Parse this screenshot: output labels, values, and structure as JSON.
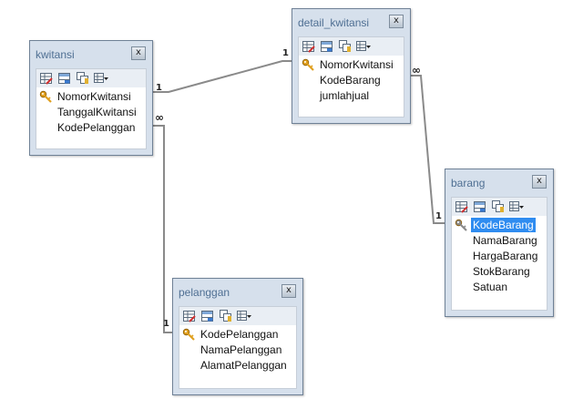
{
  "colors": {
    "window_bg": "#d6e0ec",
    "title_text": "#4f6f93",
    "link_line": "#8a8a8a",
    "selection": "#2f8cf0"
  },
  "close_glyph": "x",
  "tables": [
    {
      "id": "kwitansi",
      "title": "kwitansi",
      "fields": [
        {
          "name": "NomorKwitansi",
          "primary_key": true,
          "selected": false
        },
        {
          "name": "TanggalKwitansi",
          "primary_key": false,
          "selected": false
        },
        {
          "name": "KodePelanggan",
          "primary_key": false,
          "selected": false
        }
      ]
    },
    {
      "id": "detail_kwitansi",
      "title": "detail_kwitansi",
      "fields": [
        {
          "name": "NomorKwitansi",
          "primary_key": true,
          "selected": false
        },
        {
          "name": "KodeBarang",
          "primary_key": false,
          "selected": false
        },
        {
          "name": "jumlahjual",
          "primary_key": false,
          "selected": false
        }
      ]
    },
    {
      "id": "barang",
      "title": "barang",
      "fields": [
        {
          "name": "KodeBarang",
          "primary_key": true,
          "selected": true
        },
        {
          "name": "NamaBarang",
          "primary_key": false,
          "selected": false
        },
        {
          "name": "HargaBarang",
          "primary_key": false,
          "selected": false
        },
        {
          "name": "StokBarang",
          "primary_key": false,
          "selected": false
        },
        {
          "name": "Satuan",
          "primary_key": false,
          "selected": false
        }
      ]
    },
    {
      "id": "pelanggan",
      "title": "pelanggan",
      "fields": [
        {
          "name": "KodePelanggan",
          "primary_key": true,
          "selected": false
        },
        {
          "name": "NamaPelanggan",
          "primary_key": false,
          "selected": false
        },
        {
          "name": "AlamatPelanggan",
          "primary_key": false,
          "selected": false
        }
      ]
    }
  ],
  "relationships": [
    {
      "from": "kwitansi",
      "to": "detail_kwitansi",
      "from_end": "1",
      "to_end": "1"
    },
    {
      "from": "detail_kwitansi",
      "to": "barang",
      "from_end": "∞",
      "to_end": "1"
    },
    {
      "from": "kwitansi",
      "to": "pelanggan",
      "from_end": "∞",
      "to_end": "1"
    }
  ],
  "toolbar_icons": [
    "table-props-icon",
    "index-icon",
    "tables-icon",
    "grid-menu-icon"
  ]
}
